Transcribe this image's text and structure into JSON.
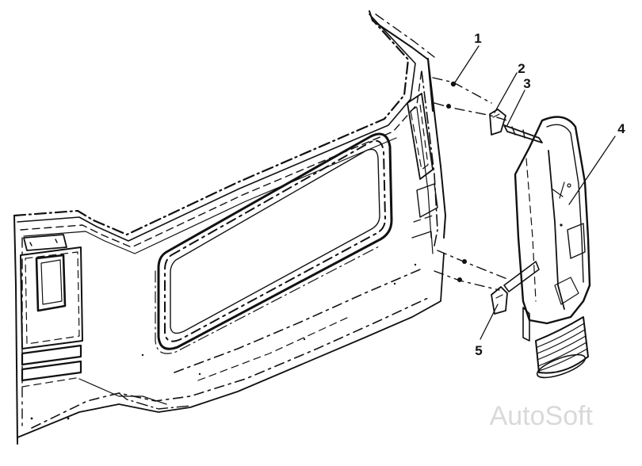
{
  "diagram": {
    "callouts": [
      {
        "label": "1"
      },
      {
        "label": "2"
      },
      {
        "label": "3"
      },
      {
        "label": "4"
      },
      {
        "label": "5"
      }
    ],
    "watermark": "AutoSoft",
    "colors": {
      "line": "#111111",
      "background": "#ffffff",
      "watermark": "#d9d9d9"
    }
  }
}
